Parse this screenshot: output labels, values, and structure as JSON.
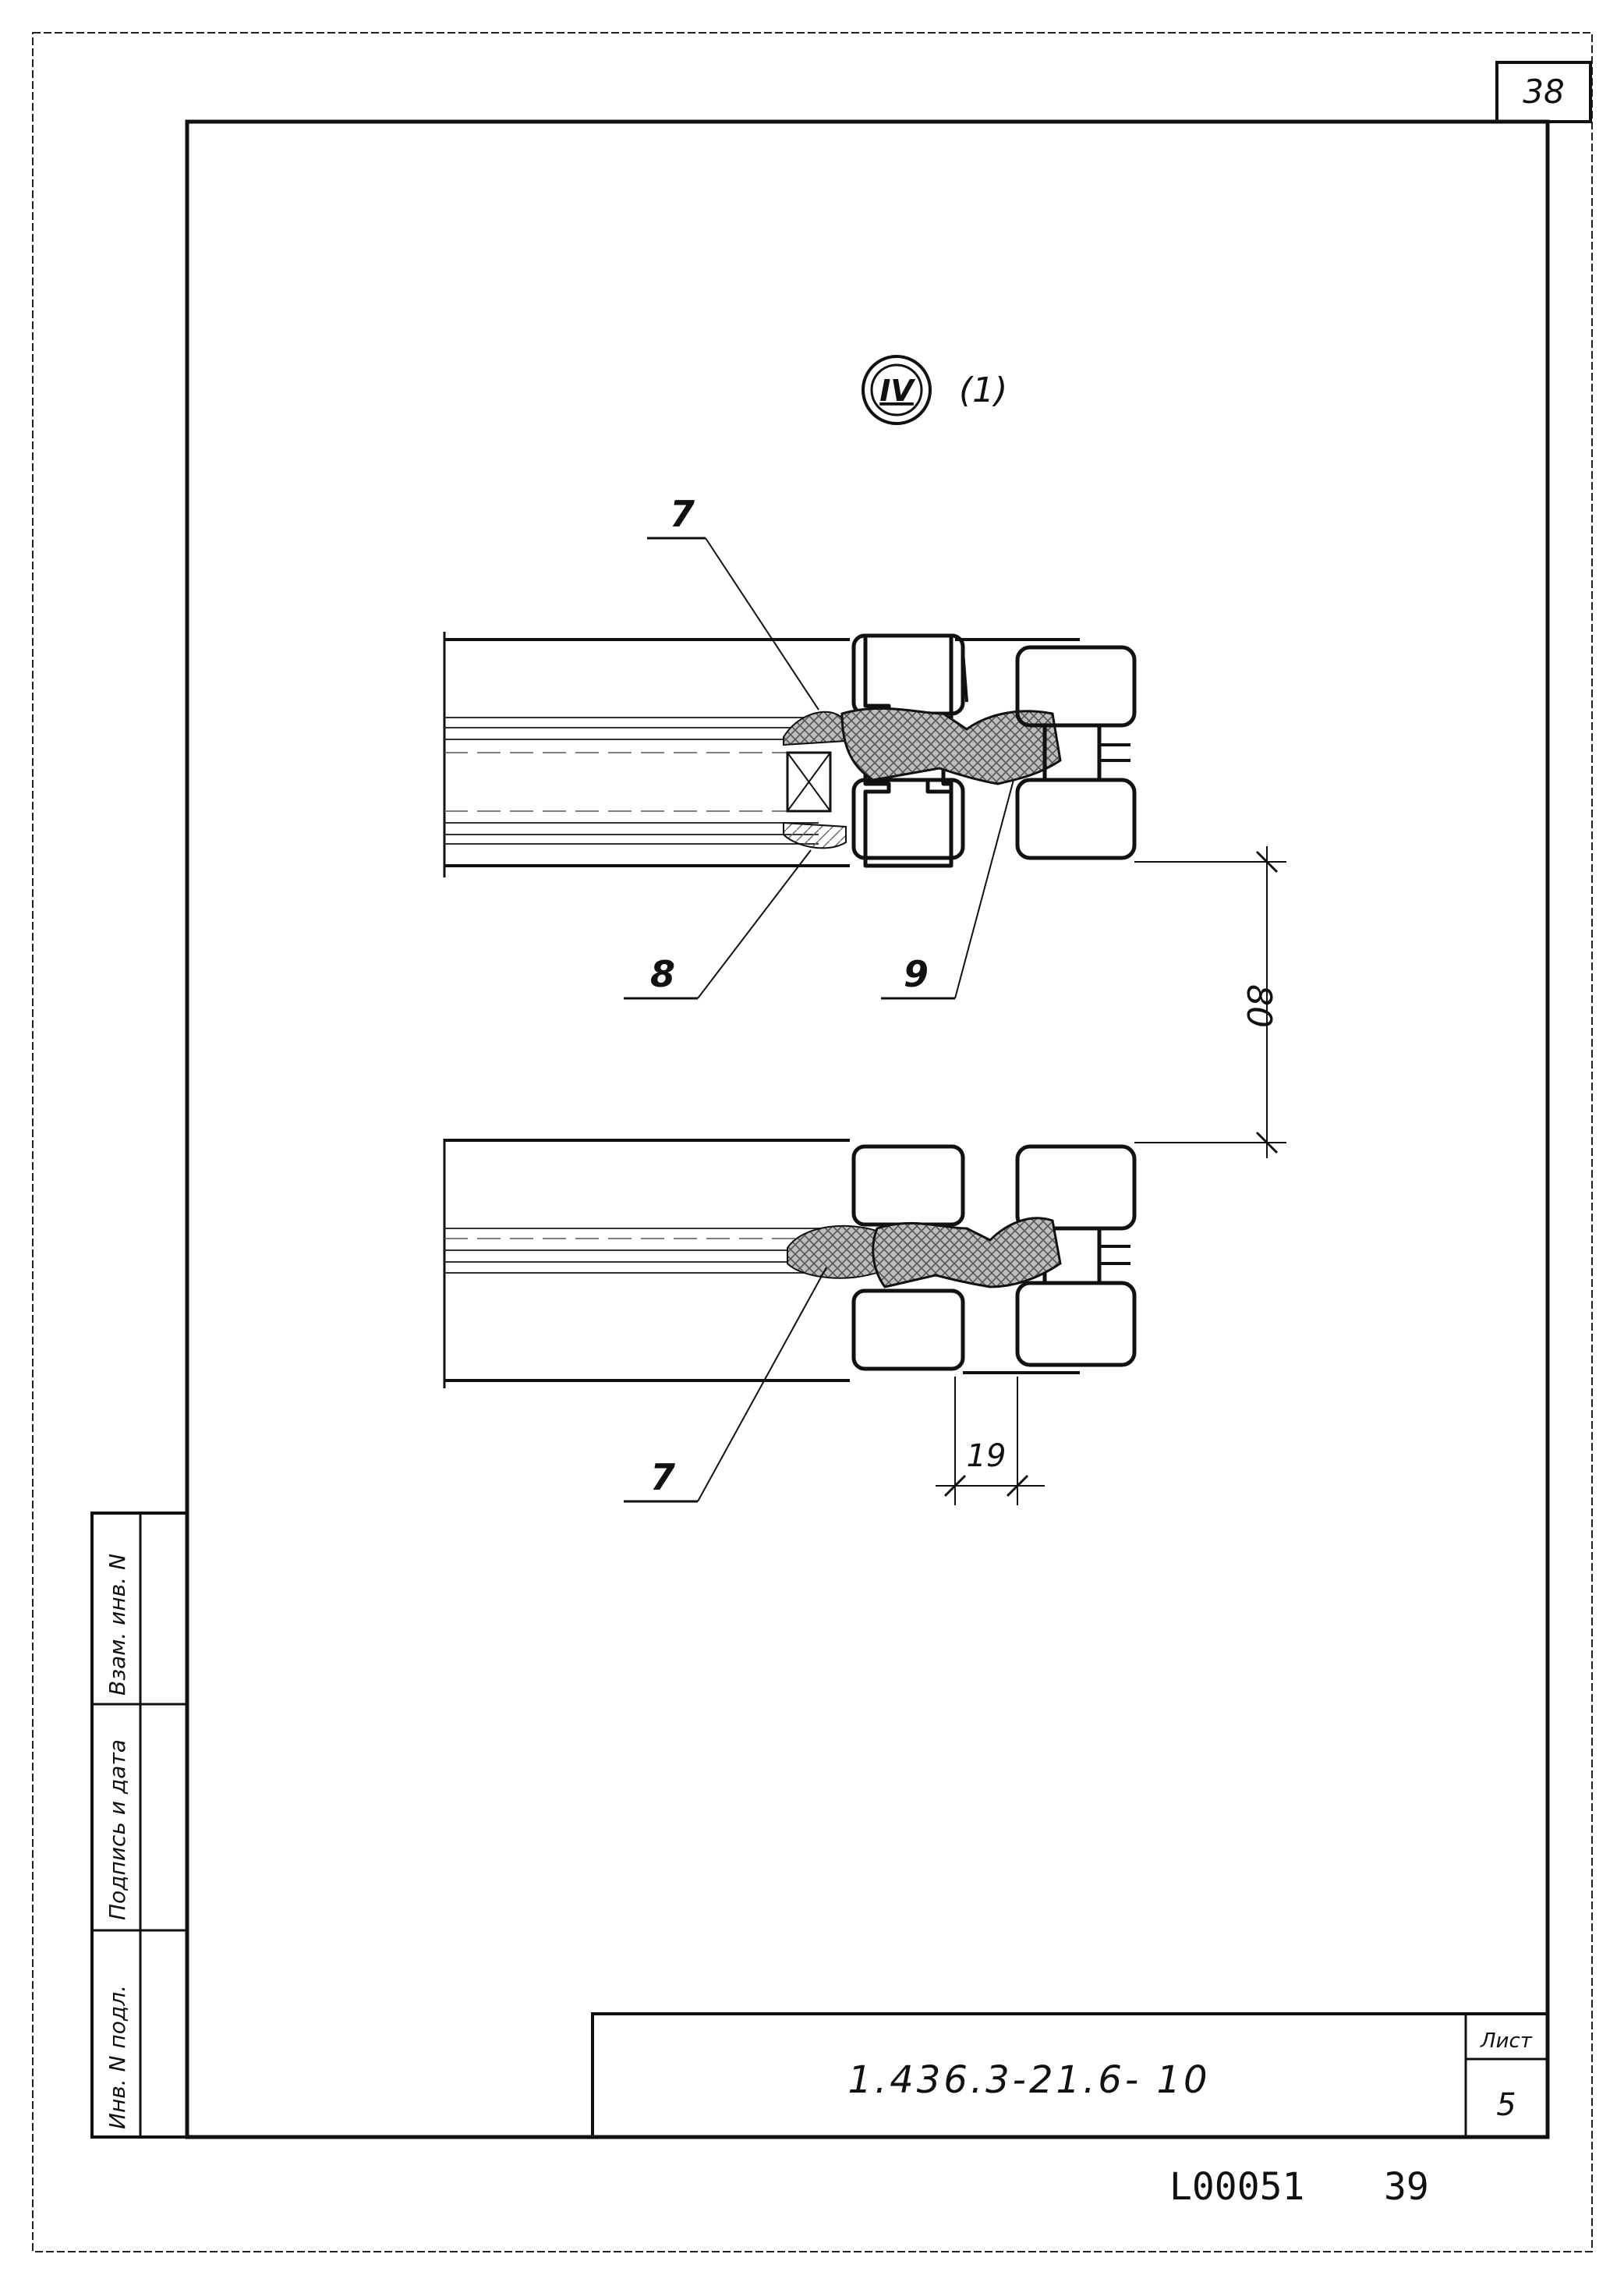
{
  "sheet": {
    "corner_sheet_number": "38",
    "archive_code": "L00051",
    "archive_page": "39"
  },
  "detail": {
    "view_marker": "IV",
    "view_variant": "(1)"
  },
  "labels": {
    "top_callout": "7",
    "seal_callout": "8",
    "gasket_callout": "9",
    "bottom_callout": "7"
  },
  "dimensions": {
    "gap": "80",
    "width": "19"
  },
  "side_stamp": {
    "col1": "Инв. N подл.",
    "col2": "Подпись и дата",
    "col3": "Взам. инв. N"
  },
  "title_block": {
    "document_code": "1.436.3-21.6- 10",
    "sheet_label": "Лист",
    "sheet_number": "5"
  },
  "colors": {
    "ink": "#111111",
    "paper": "#ffffff",
    "hatch": "#9a9a9a"
  }
}
